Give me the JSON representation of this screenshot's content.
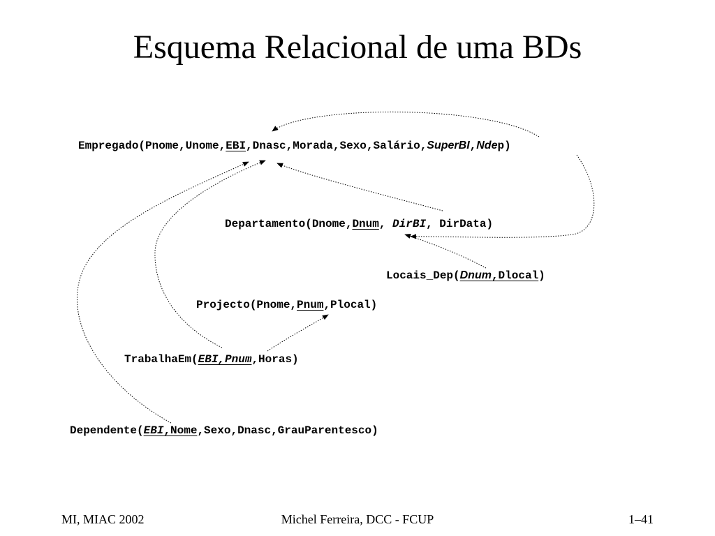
{
  "title": "Esquema Relacional de uma BDs",
  "relations": {
    "empregado": {
      "name": "Empregado(",
      "a1": "Pnome,Unome,",
      "pk": "EBI",
      "a2": ",Dnasc,Morada,Sexo,Salário,",
      "fk1": "SuperBI",
      "sep": ",",
      "fk2": "Nde",
      "tail": "p)"
    },
    "departamento": {
      "name": "Departamento(",
      "a1": "Dnome,",
      "pk": "Dnum",
      "a2": ", ",
      "fk": "DirBI",
      "a3": ", DirData)"
    },
    "locais_dep": {
      "name": "Locais_Dep(",
      "pk_fk": "Dnum",
      "pk_rest": ",Dlocal",
      "tail": ")"
    },
    "projecto": {
      "name": "Projecto(",
      "a1": "Pnome,",
      "pk": "Pnum",
      "a2": ",Plocal)"
    },
    "trabalha_em": {
      "name": "TrabalhaEm(",
      "pk": "EBI,Pnum",
      "a2": ",Horas)"
    },
    "dependente": {
      "name": "Dependente(",
      "pk_fk": "EBI",
      "pk_rest": ",Nome",
      "a2": ",Sexo,Dnasc,GrauParentesco)"
    }
  },
  "footer": {
    "left": "MI, MIAC 2002",
    "center": "Michel Ferreira, DCC - FCUP",
    "right": "1–41"
  }
}
